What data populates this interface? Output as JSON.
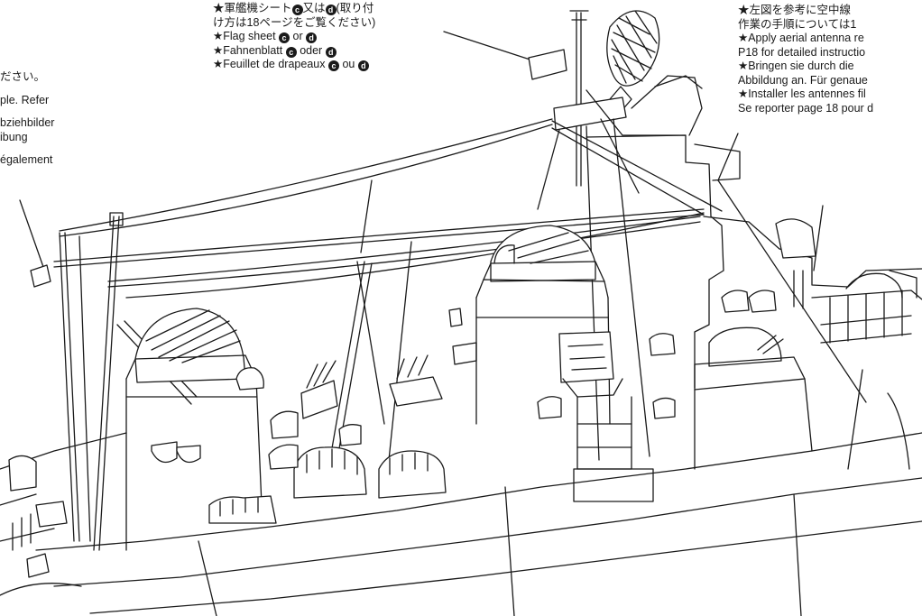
{
  "left_note": {
    "jp_fragment": "ださい。",
    "en_fragment": "ple. Refer",
    "de_fragment": "bziehbilder",
    "de_fragment2": "ibung",
    "fr_fragment": "également"
  },
  "center_note": {
    "jp_line1_before": "★軍艦機シート",
    "badge_c": "c",
    "jp_line1_mid": "又は",
    "badge_d": "d",
    "jp_line1_after": "(取り付",
    "jp_line2": "け方は18ページをご覧ください)",
    "en_before": "★Flag sheet",
    "en_mid": "or",
    "de_before": "★Fahnenblatt",
    "de_mid": "oder",
    "fr_before": "★Feuillet de drapeaux",
    "fr_mid": "ou"
  },
  "right_note": {
    "jp_line1": "★左図を参考に空中線",
    "jp_line2": "作業の手順については1",
    "en_line1": "★Apply aerial antenna re",
    "en_line2": "P18 for detailed instructio",
    "de_line1": "★Bringen sie durch die",
    "de_line2": "Abbildung an. Für genaue",
    "fr_line1": "★Installer les antennes fil",
    "fr_line2": "Se reporter page 18 pour d"
  },
  "colors": {
    "ink": "#1a1a1a",
    "paper": "#ffffff"
  }
}
